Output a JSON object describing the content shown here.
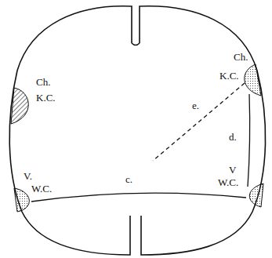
{
  "diagram": {
    "labels": [
      "Ch.",
      "K.C.",
      "Ch.",
      "K.C.",
      "V.",
      "W.C.",
      "V",
      "W.C.",
      "c.",
      "d.",
      "e."
    ]
  }
}
